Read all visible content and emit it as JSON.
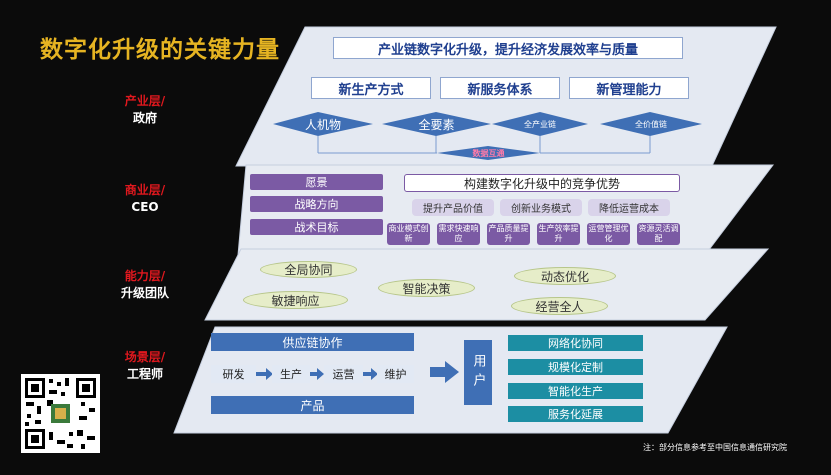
{
  "title": "数字化升级的关键力量",
  "layers": [
    {
      "label_a": "产业层/",
      "label_b": "政府"
    },
    {
      "label_a": "商业层/",
      "label_b": "CEO"
    },
    {
      "label_a": "能力层/",
      "label_b": "升级团队"
    },
    {
      "label_a": "场景层/",
      "label_b": "工程师"
    }
  ],
  "industry": {
    "headline": "产业链数字化升级，提升经济发展效率与质量",
    "pillars": [
      "新生产方式",
      "新服务体系",
      "新管理能力"
    ],
    "diamonds": [
      "人机物",
      "全要素",
      "全产业链",
      "全价值链"
    ],
    "bottom_tag": "数据互通"
  },
  "business": {
    "left": [
      "愿景",
      "战略方向",
      "战术目标"
    ],
    "top": "构建数字化升级中的竞争优势",
    "mid": [
      "提升产品价值",
      "创新业务模式",
      "降低运营成本"
    ],
    "chips": [
      "商业模式创新",
      "需求快速响应",
      "产品质量提升",
      "生产效率提升",
      "运营管理优化",
      "资源灵活调配"
    ]
  },
  "capability": {
    "ovals": [
      "全局协同",
      "智能决策",
      "动态优化",
      "敏捷响应",
      "经营全人"
    ]
  },
  "scene": {
    "supply": "供应链协作",
    "steps": [
      "研发",
      "生产",
      "运营",
      "维护"
    ],
    "product": "产品",
    "user": "用户",
    "right": [
      "网络化协同",
      "规模化定制",
      "智能化生产",
      "服务化延展"
    ]
  },
  "note": "注：部分信息参考至中国信息通信研究院",
  "colors": {
    "title": "#e6b422",
    "layer_label": "#e0181e",
    "purple": "#7b5aa4",
    "blue": "#3f6fb5",
    "teal": "#1c8ea3"
  }
}
